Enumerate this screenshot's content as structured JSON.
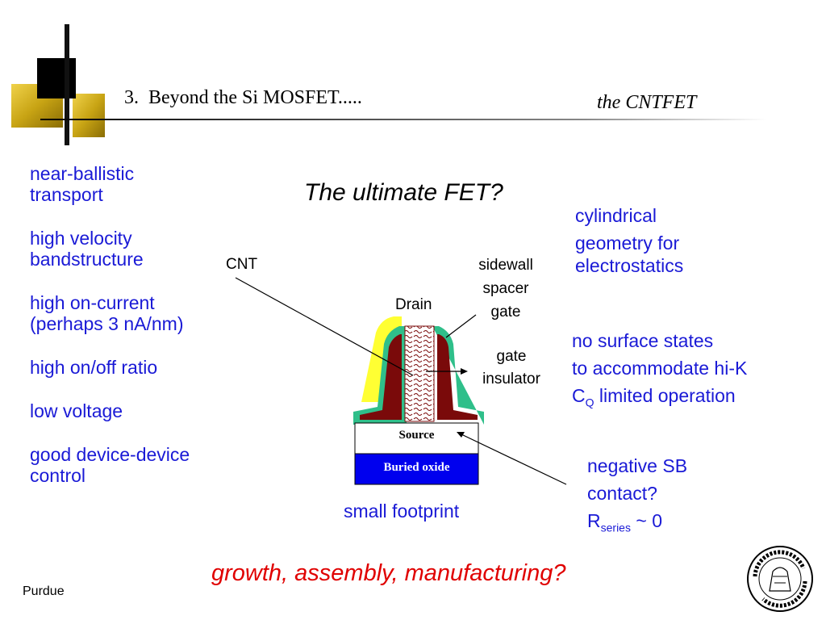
{
  "header": {
    "title": "3.  Beyond the Si MOSFET.....",
    "subtitle": "the CNTFET"
  },
  "center_title": "The ultimate FET?",
  "left_items": [
    "near-ballistic transport",
    "high velocity bandstructure",
    "high on-current (perhaps 3 nA/nm)",
    "high on/off ratio",
    "low voltage",
    "good device-device control"
  ],
  "right_top": [
    "cylindrical",
    "geometry for",
    "electrostatics"
  ],
  "right_middle": {
    "line1": "no surface states",
    "line2": "to accommodate hi-K",
    "cq_main": "C",
    "cq_sub": "Q",
    "cq_rest": " limited operation"
  },
  "right_bottom": {
    "line1": "negative SB",
    "line2": "contact?",
    "r_main": "R",
    "r_sub": "series",
    "r_rest": " ~ 0"
  },
  "diagram": {
    "cnt_label": "CNT",
    "drain_label": "Drain",
    "sidewall_label": [
      "sidewall",
      "spacer",
      "gate"
    ],
    "gate_insulator_label": [
      "gate",
      "insulator"
    ],
    "source_label": "Source",
    "buried_oxide_label": "Buried oxide"
  },
  "small_footprint": "small footprint",
  "bottom_question": "growth, assembly, manufacturing?",
  "footer": "Purdue",
  "logo_text": "Purdue University",
  "colors": {
    "text_blue": "#1a1ad6",
    "question_red": "#e00000",
    "gold": "#c8a414",
    "dark_red": "#7a0a0a",
    "teal": "#2fbf8a",
    "yellow": "#ffff33",
    "buried_oxide_blue": "#0000ee"
  }
}
